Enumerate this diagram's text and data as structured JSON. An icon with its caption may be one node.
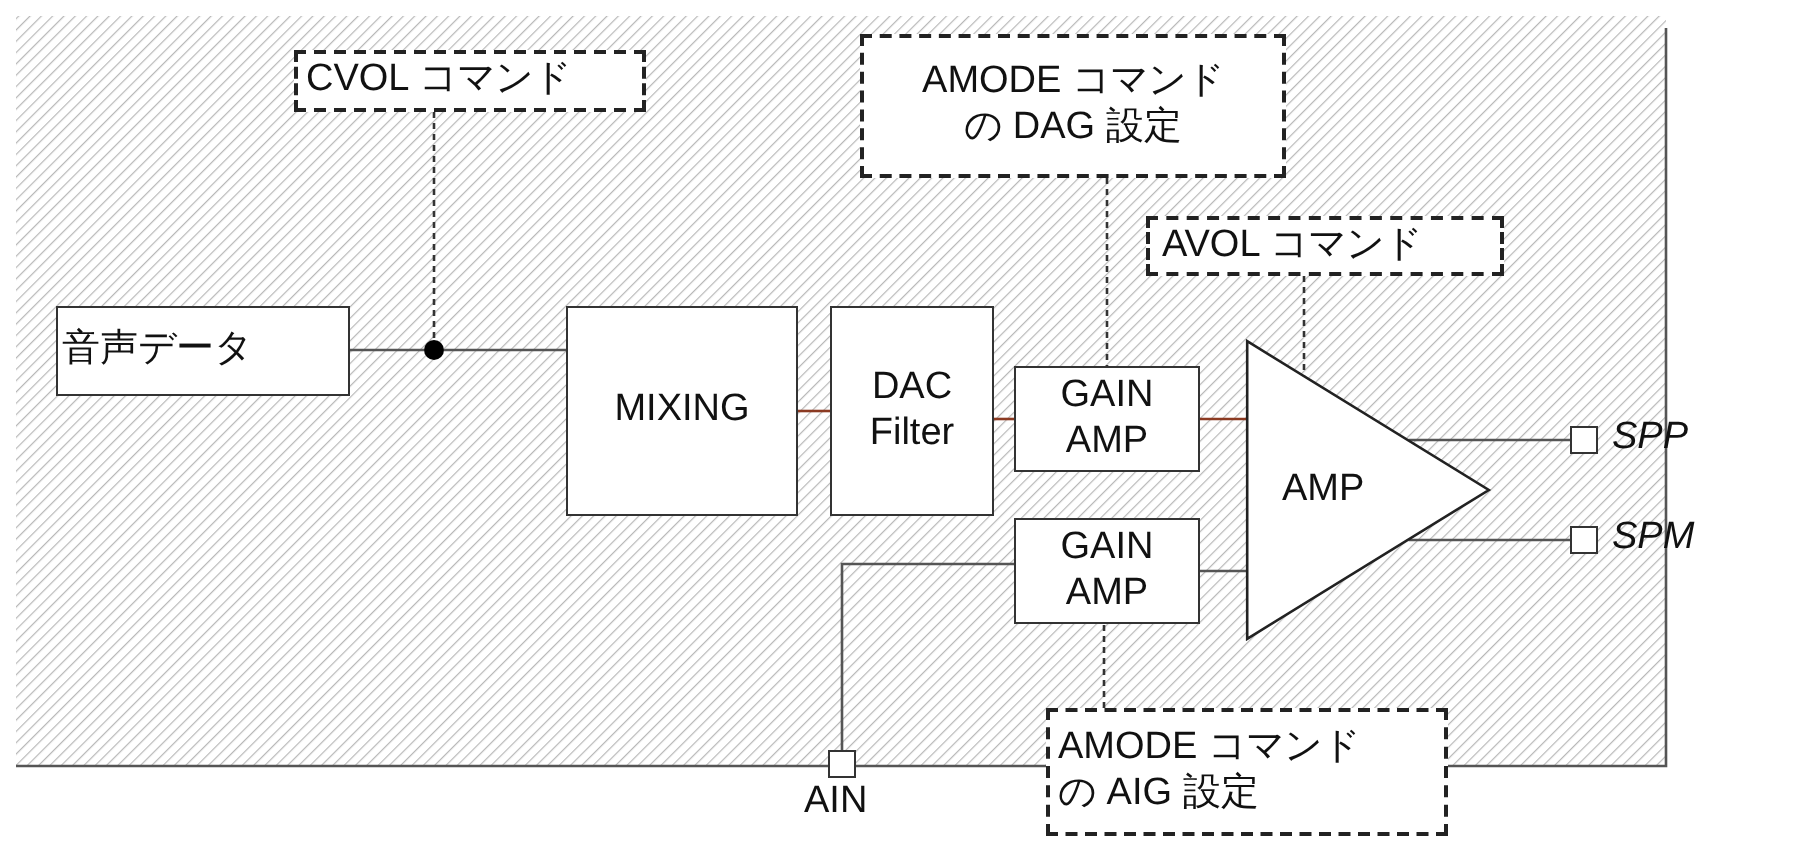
{
  "diagram": {
    "nodes": [
      {
        "text": [
          "CVOL コマンド"
        ]
      },
      {
        "text": [
          "AMODE コマンドの DAG 設定"
        ]
      },
      {
        "text": [
          "AVOL コマンド"
        ]
      },
      {
        "text": [
          "音声データ"
        ]
      },
      {
        "text": [],
        "shape": "circle"
      },
      {
        "text": [
          "MIXING"
        ]
      },
      {
        "text": [
          "DAC Filter"
        ]
      },
      {
        "text": [
          "GAIN AMP"
        ]
      },
      {
        "text": [
          "AMP"
        ]
      },
      {
        "text": [
          "GAIN AMP"
        ]
      },
      {
        "text": [
          "AMODE コマンドの AIG 設定"
        ]
      },
      {
        "text": [],
        "shape": "box",
        "beside": [
          "SPP"
        ]
      },
      {
        "text": [],
        "shape": "box",
        "beside": [
          "SPM"
        ]
      },
      {
        "text": [],
        "shape": "box",
        "beside": [
          "AIN"
        ]
      }
    ],
    "edges": [
      {
        "from": 3,
        "to": 4,
        "arrow": "none"
      },
      {
        "from": 4,
        "to": 5,
        "arrow": "none"
      },
      {
        "from": 0,
        "to": 4,
        "arrow": "none",
        "style": "dashed"
      },
      {
        "from": 5,
        "to": 6,
        "arrow": "none",
        "color": "#8b3a22"
      },
      {
        "from": 6,
        "to": 7,
        "arrow": "none",
        "color": "#8b3a22"
      },
      {
        "from": 7,
        "to": 8,
        "arrow": "none",
        "color": "#8b3a22"
      },
      {
        "from": 1,
        "to": 7,
        "arrow": "none",
        "style": "dashed"
      },
      {
        "from": 2,
        "to": 8,
        "arrow": "none",
        "style": "dashed"
      },
      {
        "from": 8,
        "to": 11,
        "arrow": "none"
      },
      {
        "from": 8,
        "to": 12,
        "arrow": "none"
      },
      {
        "from": 13,
        "to": 9,
        "arrow": "none"
      },
      {
        "from": 9,
        "to": 8,
        "arrow": "none"
      },
      {
        "from": 10,
        "to": 9,
        "arrow": "none",
        "style": "dashed"
      }
    ]
  }
}
